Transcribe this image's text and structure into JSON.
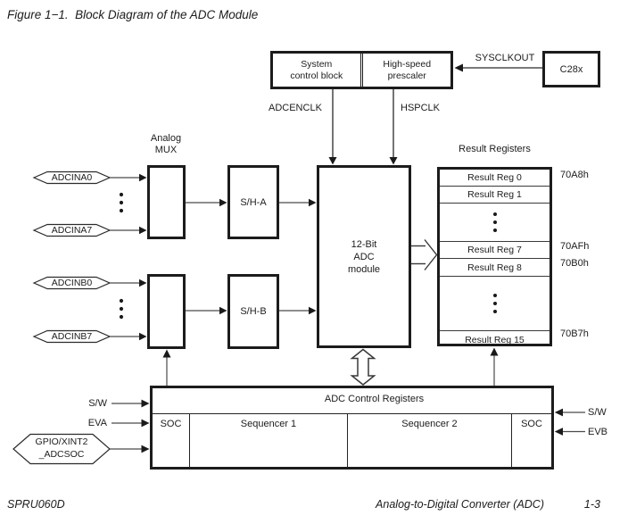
{
  "figure": {
    "title": "Figure 1−1.  Block Diagram of the ADC Module"
  },
  "clock": {
    "system_control_block": "System\ncontrol block",
    "high_speed_prescaler": "High-speed\nprescaler",
    "cpu": "C28x",
    "sysclkout": "SYSCLKOUT",
    "adcenclk": "ADCENCLK",
    "hspclk": "HSPCLK"
  },
  "analog": {
    "mux_label": "Analog\nMUX",
    "adcina0": "ADCINA0",
    "adcina7": "ADCINA7",
    "adcinb0": "ADCINB0",
    "adcinb7": "ADCINB7",
    "sh_a": "S/H-A",
    "sh_b": "S/H-B"
  },
  "adc_core": {
    "label": "12-Bit\nADC\nmodule"
  },
  "result_registers": {
    "title": "Result Registers",
    "rows": [
      "Result Reg 0",
      "Result Reg 1",
      "Result Reg 7",
      "Result Reg 8",
      "Result Reg 15"
    ],
    "addresses": [
      "70A8h",
      "70AFh",
      "70B0h",
      "70B7h"
    ]
  },
  "control": {
    "title": "ADC Control Registers",
    "soc_left": "SOC",
    "sequencer1": "Sequencer 1",
    "sequencer2": "Sequencer 2",
    "soc_right": "SOC",
    "sw_left": "S/W",
    "eva": "EVA",
    "gpio_pin": "GPIO/XINT2\n_ADCSOC",
    "sw_right": "S/W",
    "evb": "EVB"
  },
  "footer": {
    "doc_id": "SPRU060D",
    "chapter": "Analog-to-Digital Converter (ADC)",
    "page": "1-3"
  }
}
